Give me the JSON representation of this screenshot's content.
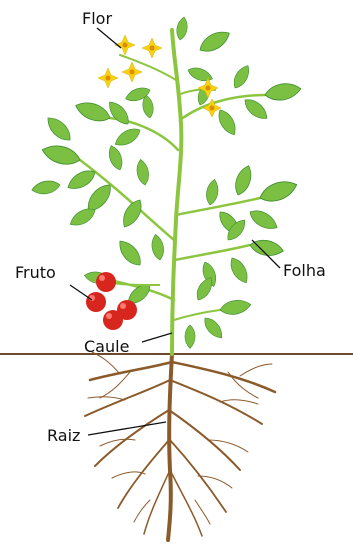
{
  "labels": {
    "flower": "Flor",
    "fruit": "Fruto",
    "stem": "Caule",
    "leaf": "Folha",
    "root": "Raiz"
  },
  "colors": {
    "background": "#ffffff",
    "ground": "#6b4a2b",
    "stem": "#8cc63f",
    "leaf_light": "#7bc043",
    "leaf_dark": "#3e8e2f",
    "flower": "#f5d313",
    "flower_center": "#e08a00",
    "fruit": "#d7261e",
    "fruit_highlight": "#ff7a6e",
    "root": "#8b5a2b",
    "leader": "#111111"
  },
  "icons": [
    "flower-icon",
    "leaf-icon",
    "tomato-fruit-icon",
    "root-icon"
  ]
}
